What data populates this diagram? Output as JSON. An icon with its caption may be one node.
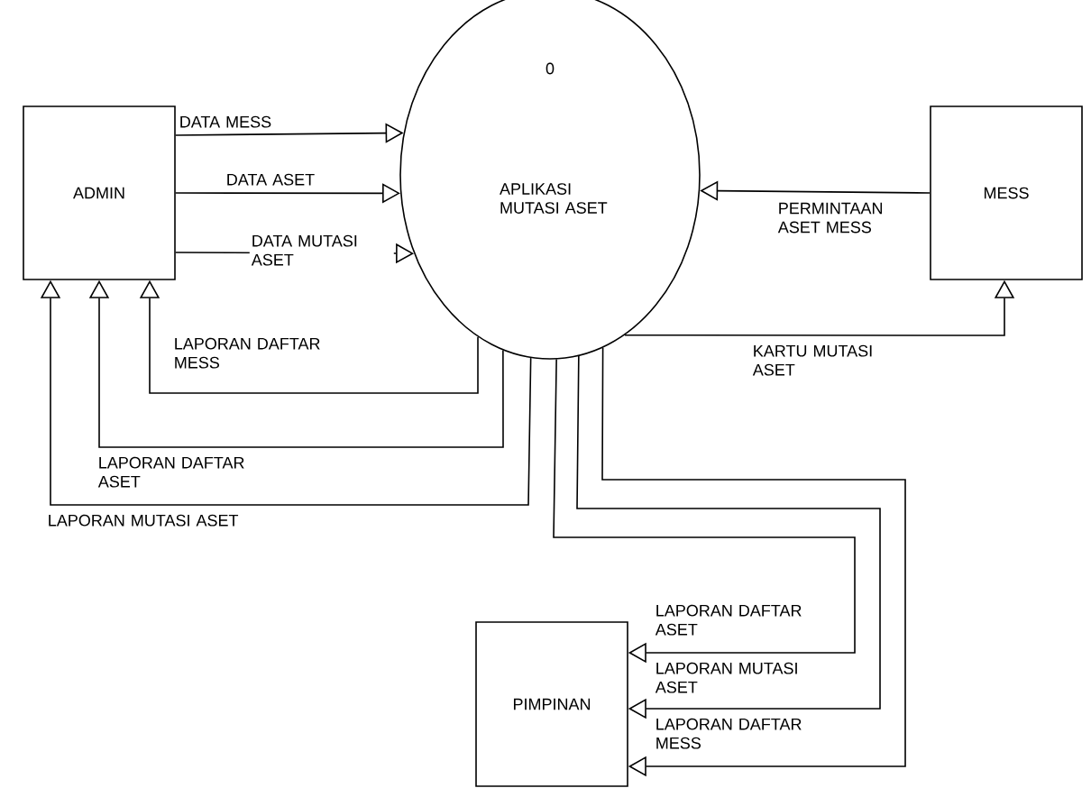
{
  "diagram": {
    "nodes": [
      {
        "text": [
          "ADMIN"
        ]
      },
      {
        "text": [
          "0",
          "APLIKASI MUTASI ASET"
        ]
      },
      {
        "text": [
          "MESS"
        ]
      },
      {
        "text": [
          "PIMPINAN"
        ]
      }
    ],
    "edges": [
      {
        "from": 0,
        "to": 1,
        "arrow": "to",
        "label": "DATA MESS"
      },
      {
        "from": 0,
        "to": 1,
        "arrow": "to",
        "label": "DATA ASET"
      },
      {
        "from": 0,
        "to": 1,
        "arrow": "to",
        "label": "DATA MUTASI ASET"
      },
      {
        "from": 2,
        "to": 1,
        "arrow": "to",
        "label": "PERMINTAAN ASET MESS"
      },
      {
        "from": 1,
        "to": 2,
        "arrow": "to",
        "label": "KARTU MUTASI ASET"
      },
      {
        "from": 1,
        "to": 0,
        "arrow": "to",
        "label": "LAPORAN DAFTAR MESS"
      },
      {
        "from": 1,
        "to": 0,
        "arrow": "to",
        "label": "LAPORAN DAFTAR ASET"
      },
      {
        "from": 1,
        "to": 0,
        "arrow": "to",
        "label": "LAPORAN MUTASI ASET"
      },
      {
        "from": 1,
        "to": 3,
        "arrow": "to",
        "label": "LAPORAN DAFTAR ASET"
      },
      {
        "from": 1,
        "to": 3,
        "arrow": "to",
        "label": "LAPORAN MUTASI ASET"
      },
      {
        "from": 1,
        "to": 3,
        "arrow": "to",
        "label": "LAPORAN DAFTAR MESS"
      }
    ]
  }
}
